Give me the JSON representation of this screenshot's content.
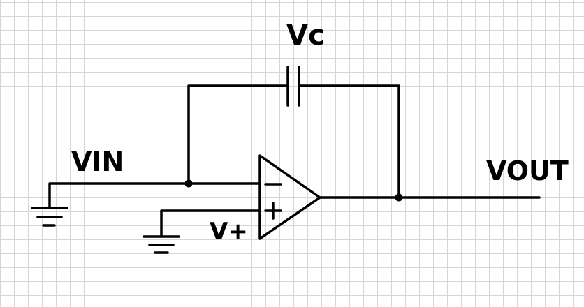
{
  "labels": {
    "capacitor_voltage": "Vc",
    "input_voltage": "VIN",
    "output_voltage": "VOUT",
    "noninverting_input": "V+",
    "minus_sign": "−",
    "plus_sign": "+"
  },
  "colors": {
    "ink": "#000000",
    "grid": "#d6d6d6",
    "background": "#ffffff"
  },
  "components": [
    "op-amp",
    "capacitor",
    "ground",
    "ground"
  ]
}
